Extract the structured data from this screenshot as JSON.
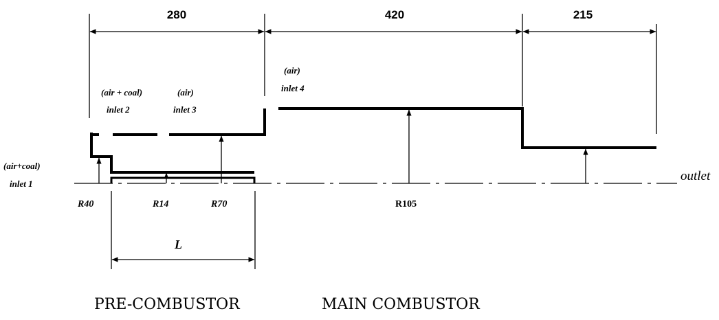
{
  "dimensions": {
    "pre": "280",
    "main": "420",
    "tail": "215",
    "length": "L"
  },
  "inlets": {
    "inlet1_fluid": "(air+coal)",
    "inlet1_name": "inlet 1",
    "inlet2_fluid": "(air + coal)",
    "inlet2_name": "inlet 2",
    "inlet3_fluid": "(air)",
    "inlet3_name": "inlet 3",
    "inlet4_fluid": "(air)",
    "inlet4_name": "inlet 4"
  },
  "radii": {
    "r40": "R40",
    "r14": "R14",
    "r70": "R70",
    "r105": "R105"
  },
  "outlet_label": "outlet",
  "sections": {
    "pre": "PRE-COMBUSTOR",
    "main": "MAIN COMBUSTOR"
  }
}
